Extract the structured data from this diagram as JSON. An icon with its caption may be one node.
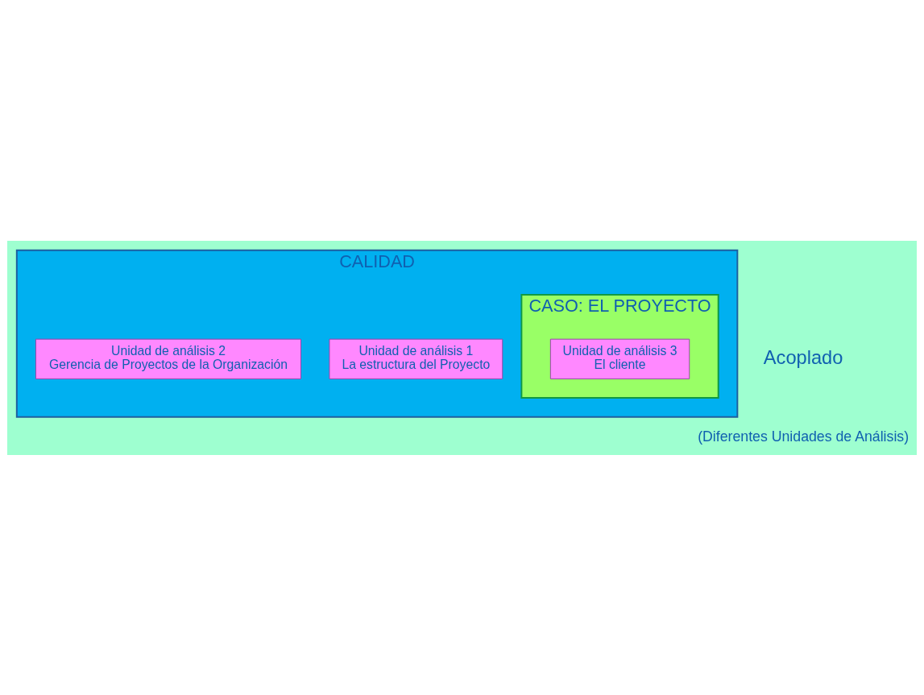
{
  "diagram": {
    "nodes": [
      {
        "text": [
          "CALIDAD"
        ]
      },
      {
        "text": [
          "CASO: EL PROYECTO"
        ],
        "in": 0
      },
      {
        "text": [
          "Unidad de análisis 1",
          "La estructura del Proyecto"
        ],
        "in": 0
      },
      {
        "text": [
          "Unidad de análisis 2",
          "Gerencia de Proyectos de la Organización"
        ],
        "in": 0
      },
      {
        "text": [
          "Unidad de análisis 3",
          "El cliente"
        ],
        "in": 1
      }
    ],
    "labels": [
      "Acoplado",
      "(Diferentes Unidades de Análisis)"
    ]
  }
}
